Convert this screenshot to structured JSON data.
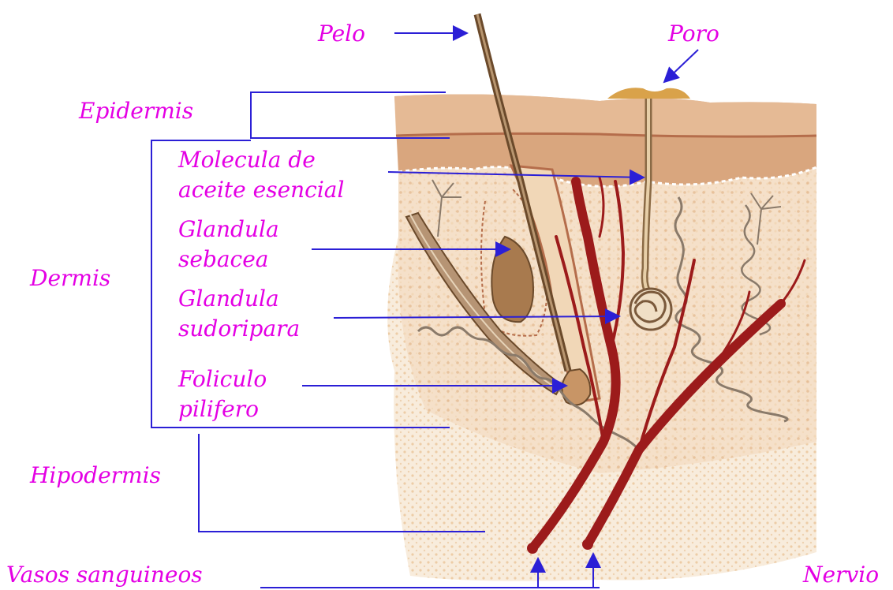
{
  "labels": {
    "pelo": "Pelo",
    "poro": "Poro",
    "epidermis": "Epidermis",
    "dermis": "Dermis",
    "hipodermis": "Hipodermis",
    "molecula_line1": "Molecula de",
    "molecula_line2": "aceite esencial",
    "sebacea_line1": "Glandula",
    "sebacea_line2": "sebacea",
    "sudoripara_line1": "Glandula",
    "sudoripara_line2": "sudoripara",
    "foliculo_line1": "Foliculo",
    "foliculo_line2": "pilifero",
    "vasos": "Vasos sanguineos",
    "nervio": "Nervio"
  },
  "colors": {
    "label_text": "#e400e4",
    "leader_lines": "#2b1fd6",
    "epidermis": "#d9a67e",
    "dermis": "#f3dcc0",
    "hypodermis": "#f7ead8",
    "blood_vessel": "#9c1b1b",
    "hair": "#6b4a2b"
  }
}
